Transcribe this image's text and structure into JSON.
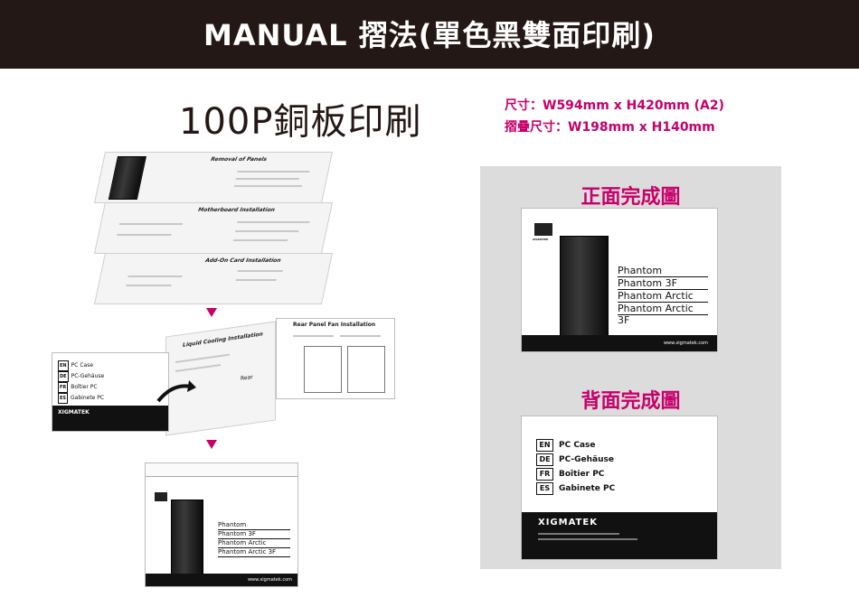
{
  "header": {
    "title": "MANUAL 摺法(單色黑雙面印刷)"
  },
  "left": {
    "print_spec": "100P銅板印刷",
    "sheets": [
      {
        "title": "Removal of Panels"
      },
      {
        "title": "Motherboard Installation"
      },
      {
        "title": "Add-On Card Installation"
      }
    ],
    "mid": {
      "fan_title": "Rear Panel Fan Installation",
      "liquid_title": "Liquid Cooling Installation",
      "rear_label": "Rear"
    },
    "languages": [
      {
        "code": "EN",
        "label": "PC Case"
      },
      {
        "code": "DE",
        "label": "PC-Gehäuse"
      },
      {
        "code": "FR",
        "label": "Boîtier PC"
      },
      {
        "code": "ES",
        "label": "Gabinete PC"
      }
    ],
    "brand": "XIGMATEK",
    "models": [
      "Phantom",
      "Phantom 3F",
      "Phantom  Arctic",
      "Phantom  Arctic 3F"
    ],
    "website": "www.xigmatek.com"
  },
  "right": {
    "size_line1": "尺寸：W594mm x H420mm (A2)",
    "size_line2": "摺疊尺寸：W198mm x H140mm",
    "front_heading": "正面完成圖",
    "back_heading": "背面完成圖",
    "logo_text": "XIGMATEK",
    "models": [
      "Phantom",
      "Phantom 3F",
      "Phantom  Arctic",
      "Phantom  Arctic 3F"
    ],
    "website": "www.xigmatek.com",
    "languages": [
      {
        "code": "EN",
        "label": "PC Case"
      },
      {
        "code": "DE",
        "label": "PC-Gehäuse"
      },
      {
        "code": "FR",
        "label": "Boîtier PC"
      },
      {
        "code": "ES",
        "label": "Gabinete PC"
      }
    ],
    "brand": "XIGMATEK"
  },
  "colors": {
    "accent": "#c7006a",
    "header_bg": "#231815",
    "panel_bg": "#dcdcdc"
  }
}
